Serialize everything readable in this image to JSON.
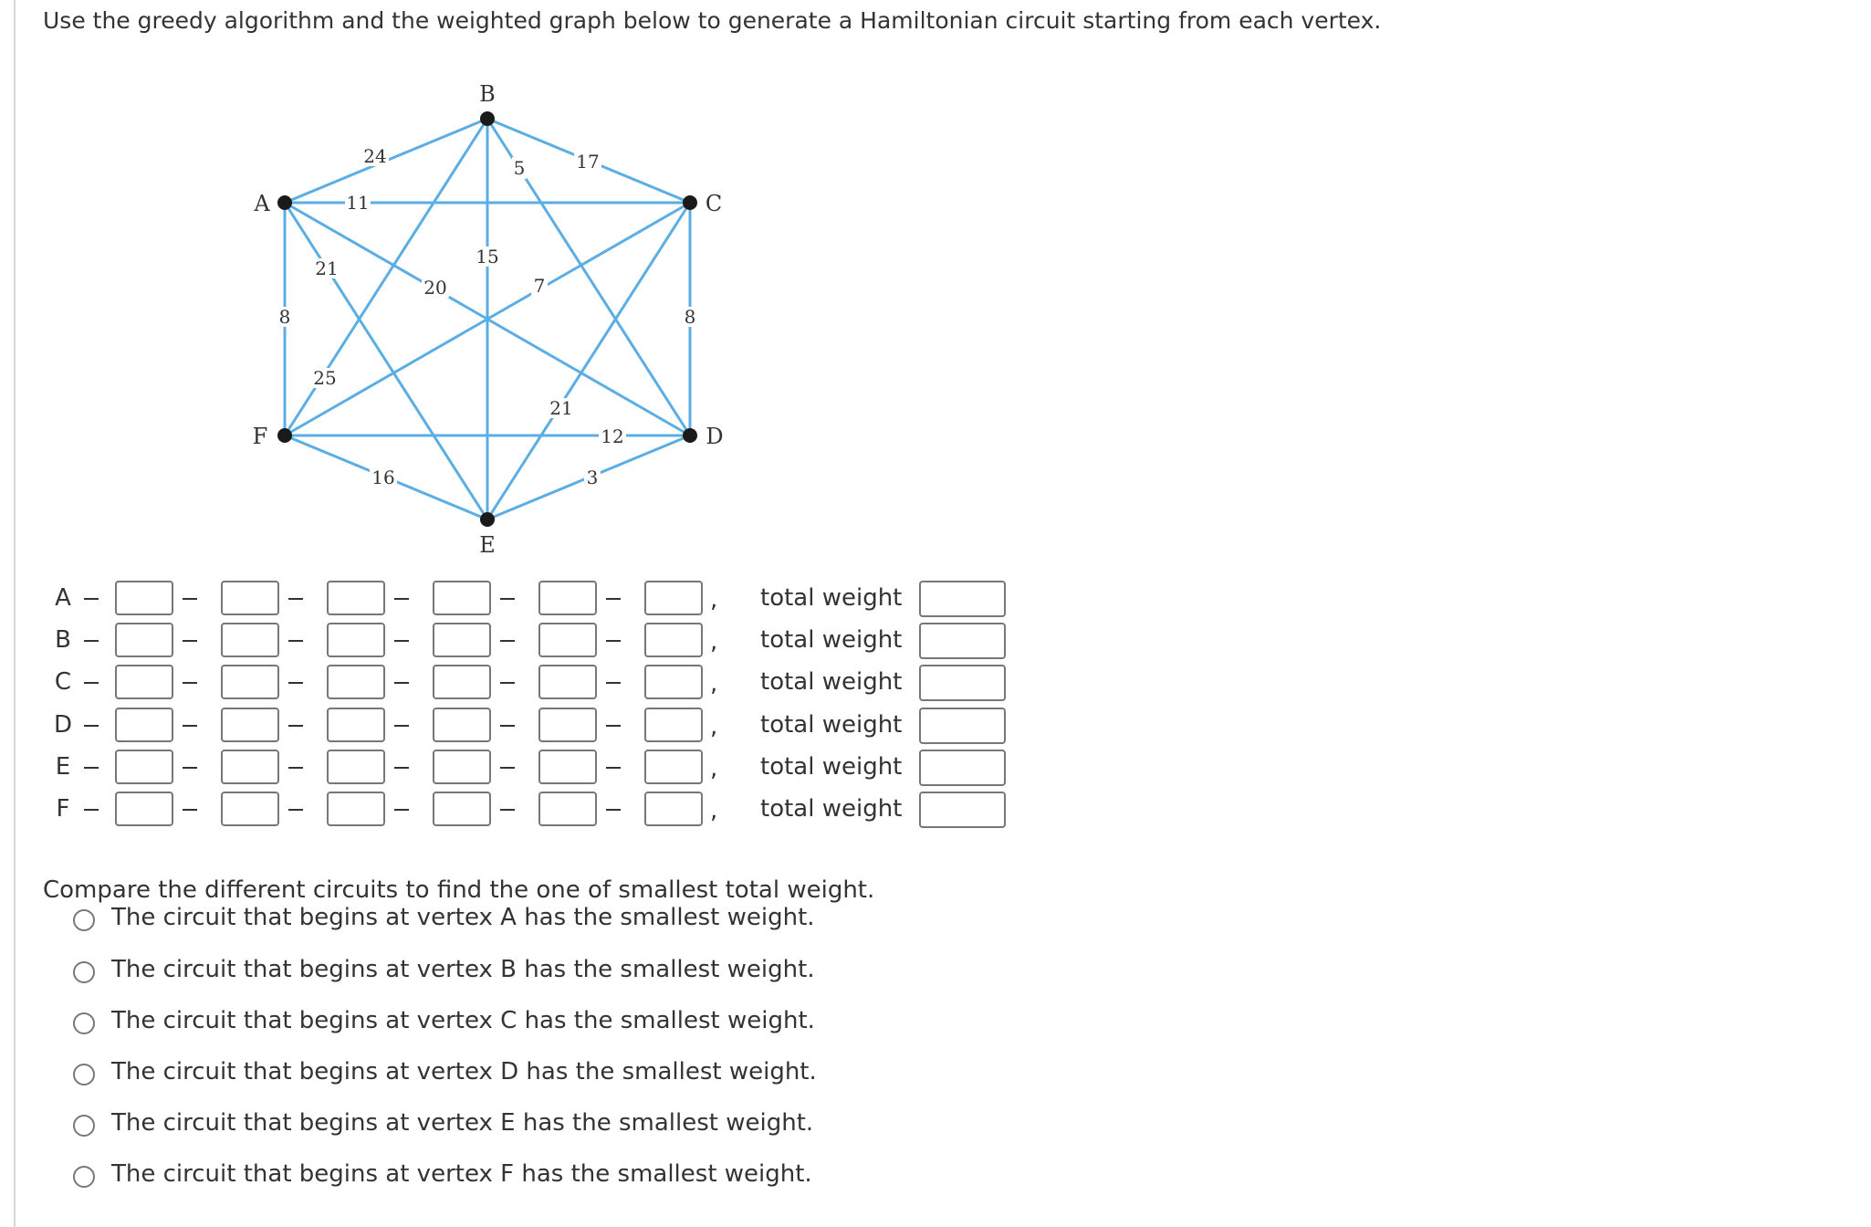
{
  "question": {
    "title": "Use the greedy algorithm and the weighted graph below to generate a Hamiltonian circuit starting from each vertex."
  },
  "graph": {
    "vertices": [
      {
        "id": "A",
        "label": "A"
      },
      {
        "id": "B",
        "label": "B"
      },
      {
        "id": "C",
        "label": "C"
      },
      {
        "id": "D",
        "label": "D"
      },
      {
        "id": "E",
        "label": "E"
      },
      {
        "id": "F",
        "label": "F"
      }
    ],
    "edges": [
      {
        "from": "A",
        "to": "B",
        "weight": "24"
      },
      {
        "from": "A",
        "to": "C",
        "weight": "11"
      },
      {
        "from": "A",
        "to": "F",
        "weight": "8"
      },
      {
        "from": "A",
        "to": "E",
        "weight": "21"
      },
      {
        "from": "A",
        "to": "D",
        "weight": "20"
      },
      {
        "from": "B",
        "to": "C",
        "weight": "17"
      },
      {
        "from": "B",
        "to": "D",
        "weight": "5"
      },
      {
        "from": "B",
        "to": "E",
        "weight": "15"
      },
      {
        "from": "B",
        "to": "F",
        "weight": "25"
      },
      {
        "from": "C",
        "to": "D",
        "weight": "8"
      },
      {
        "from": "C",
        "to": "E",
        "weight": "21"
      },
      {
        "from": "C",
        "to": "F",
        "weight": "7"
      },
      {
        "from": "D",
        "to": "F",
        "weight": "12"
      },
      {
        "from": "D",
        "to": "E",
        "weight": "3"
      },
      {
        "from": "E",
        "to": "F",
        "weight": "16"
      }
    ],
    "edge_color": "#5aaee3",
    "vertex_color": "#1a1a1a"
  },
  "circuits": {
    "separator": "–",
    "comma": ",",
    "total_weight_label": "total weight",
    "rows": [
      {
        "start": "A",
        "inputs": [
          "",
          "",
          "",
          "",
          "",
          ""
        ],
        "total_weight": ""
      },
      {
        "start": "B",
        "inputs": [
          "",
          "",
          "",
          "",
          "",
          ""
        ],
        "total_weight": ""
      },
      {
        "start": "C",
        "inputs": [
          "",
          "",
          "",
          "",
          "",
          ""
        ],
        "total_weight": ""
      },
      {
        "start": "D",
        "inputs": [
          "",
          "",
          "",
          "",
          "",
          ""
        ],
        "total_weight": ""
      },
      {
        "start": "E",
        "inputs": [
          "",
          "",
          "",
          "",
          "",
          ""
        ],
        "total_weight": ""
      },
      {
        "start": "F",
        "inputs": [
          "",
          "",
          "",
          "",
          "",
          ""
        ],
        "total_weight": ""
      }
    ]
  },
  "compare": {
    "prompt": "Compare the different circuits to find the one of smallest total weight.",
    "options": [
      {
        "label": "The circuit that begins at vertex A has the smallest weight.",
        "selected": false
      },
      {
        "label": "The circuit that begins at vertex B has the smallest weight.",
        "selected": false
      },
      {
        "label": "The circuit that begins at vertex C has the smallest weight.",
        "selected": false
      },
      {
        "label": "The circuit that begins at vertex D has the smallest weight.",
        "selected": false
      },
      {
        "label": "The circuit that begins at vertex E has the smallest weight.",
        "selected": false
      },
      {
        "label": "The circuit that begins at vertex F has the smallest weight.",
        "selected": false
      }
    ]
  }
}
